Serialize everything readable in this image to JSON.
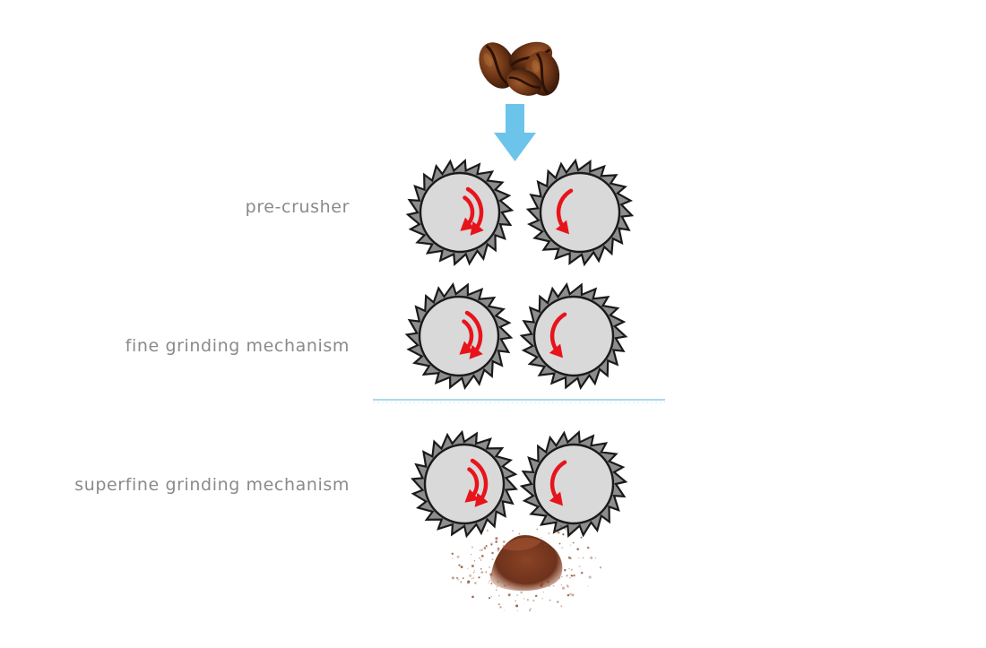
{
  "stages": [
    {
      "id": "pre-crusher",
      "label": "pre-crusher"
    },
    {
      "id": "fine",
      "label": "fine grinding mechanism"
    },
    {
      "id": "superfine",
      "label": "superfine grinding mechanism"
    }
  ],
  "icons": {
    "input": "coffee-beans-icon",
    "output": "ground-coffee-icon",
    "feed": "down-arrow-icon"
  },
  "colors": {
    "feed_arrow": "#6cc4ea",
    "rotation_arrow": "#e8141b",
    "cutter_fill": "#d9d9d9",
    "cutter_teeth": "#8d8d8d",
    "outline": "#1a1a1a",
    "separator": "#8fcbe6",
    "label": "#8a8a8a",
    "bean": "#5e2f14",
    "powder": "#7a3b21"
  }
}
